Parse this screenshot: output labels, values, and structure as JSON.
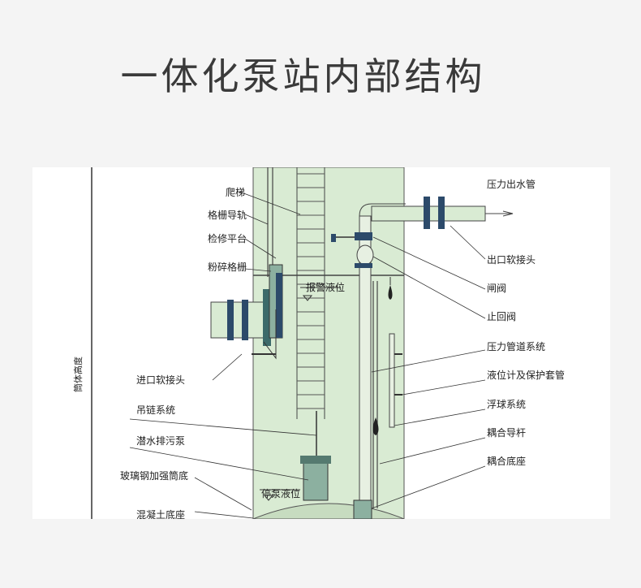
{
  "title": "一体化泵站内部结构",
  "diagram": {
    "vertical_label": "筒体高度",
    "labels": {
      "ladder": "爬梯",
      "grille_rail": "格栅导轨",
      "service_platform": "检修平台",
      "crushing_grille": "粉碎格栅",
      "alarm_level": "报警液位",
      "inlet_soft_joint": "进口软接头",
      "chain_system": "吊链系统",
      "submersible_pump": "潜水排污泵",
      "frp_bottom": "玻璃钢加强筒底",
      "stop_pump_level": "停泵液位",
      "concrete_base": "混凝土底座",
      "pressure_outlet_pipe": "压力出水管",
      "outlet_soft_joint": "出口软接头",
      "gate_valve": "闸阀",
      "check_valve": "止回阀",
      "pressure_pipeline": "压力管道系统",
      "level_gauge": "液位计及保护套管",
      "float_system": "浮球系统",
      "coupling_guide_rod": "耦合导杆",
      "coupling_base": "耦合底座"
    }
  }
}
